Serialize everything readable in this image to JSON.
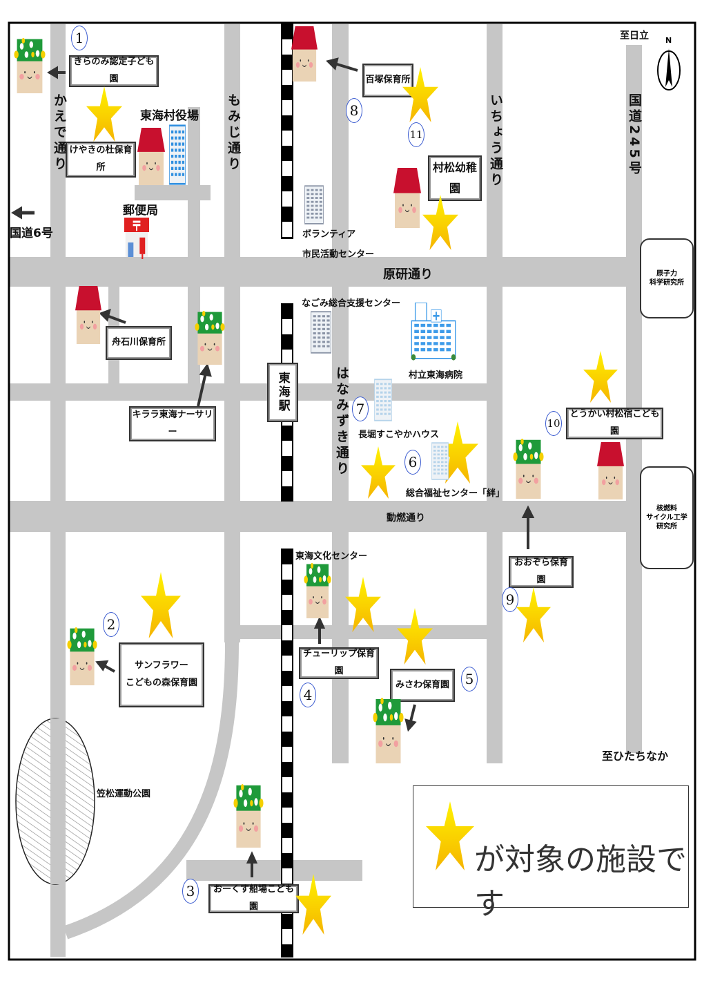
{
  "colors": {
    "road": "#c6c6c6",
    "roof": "#c8102e",
    "face": "#ead3b5",
    "leaf": "#1f9a3a",
    "star_top": "#fff200",
    "star_bottom": "#f5b400",
    "number_ring": "#3a5bd0"
  },
  "roads": {
    "kaede": "かえで通り",
    "momiji": "もみじ通り",
    "icho": "いちょう通り",
    "hanamizuki": "はなみずき通り",
    "genken": "原研通り",
    "doen": "動燃通り",
    "route245": "国道245号",
    "route6": "国道6号"
  },
  "directions": {
    "hitachi": "至日立",
    "hitachinaka": "至ひたちなか",
    "north": "N"
  },
  "landmarks": {
    "village_office": "東海村役場",
    "post_office": "郵便局",
    "volunteer_center_1": "ボランティア",
    "volunteer_center_2": "市民活動センター",
    "nagomi": "なごみ総合支援センター",
    "hospital": "村立東海病院",
    "station": "東海駅",
    "culture_center": "東海文化センター",
    "sukoyaka": "長堀すこやかハウス",
    "kizuna": "総合福祉センター「絆」",
    "park": "笠松運動公園",
    "jaea_1": "原子力",
    "jaea_2": "科学研究所",
    "fuel_1": "核燃料",
    "fuel_2": "サイクル工学",
    "fuel_3": "研究所"
  },
  "facilities": [
    {
      "number": "1",
      "name": "きらのみ認定子ども園"
    },
    {
      "number": "2",
      "name_1": "サンフラワー",
      "name_2": "こどもの森保育園"
    },
    {
      "number": "3",
      "name": "おーくす船場こども園"
    },
    {
      "number": "4",
      "name": "チューリップ保育園"
    },
    {
      "number": "5",
      "name": "みさわ保育園"
    },
    {
      "number": "6"
    },
    {
      "number": "7"
    },
    {
      "number": "8",
      "name": "百塚保育所"
    },
    {
      "number": "9",
      "name": "おおぞら保育園"
    },
    {
      "number": "10",
      "name": "とうかい村松宿こども園"
    },
    {
      "number": "11",
      "name": "村松幼稚園"
    }
  ],
  "other_facilities": {
    "keyaki": "けやきの杜保育所",
    "funaishikawa": "舟石川保育所",
    "kirara": "キララ東海ナーサリー"
  },
  "legend": {
    "text": "が対象の施設です"
  }
}
